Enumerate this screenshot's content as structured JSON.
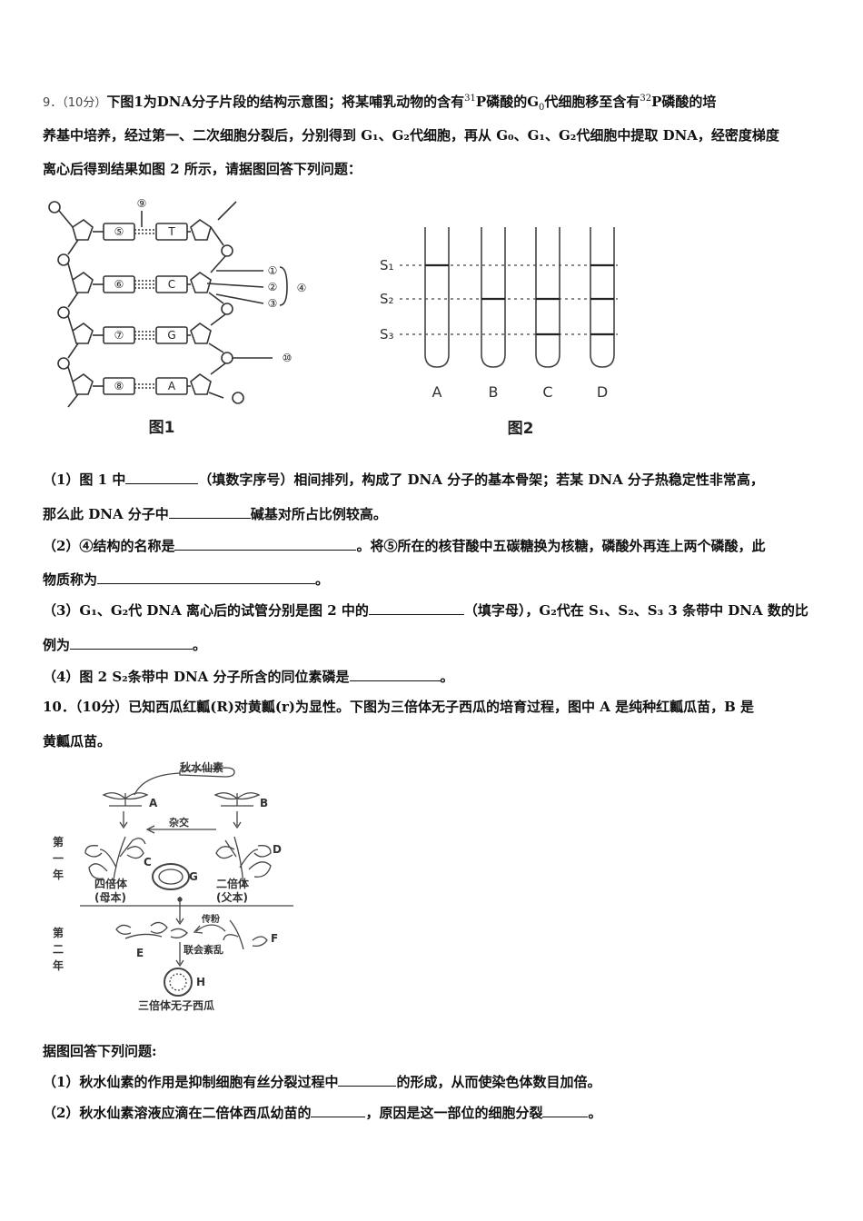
{
  "q9": {
    "num": "9．（10分）",
    "l1a": "下图",
    "l1b": "1",
    "l1c": "为",
    "l1d": "DNA",
    "l1e": "分子片段的结构示意图；将某哺乳动物的含有",
    "l1f": "31",
    "l1g": "P",
    "l1h": "磷酸的",
    "l1i": "G",
    "l1j": "0",
    "l1k": "代细胞移至含有",
    "l1l": "32",
    "l1m": "P",
    "l1n": "磷酸的培",
    "l2": "养基中培养，经过第一、二次细胞分裂后，分别得到 G₁、G₂代细胞，再从 G₀、G₁、G₂代细胞中提取 DNA，经密度梯度",
    "l3": "离心后得到结果如图 2 所示，请据图回答下列问题：",
    "fig1": {
      "caption": "图1",
      "nums": [
        "⑨",
        "⑤",
        "⑥",
        "⑦",
        "⑧",
        "①",
        "②",
        "③",
        "④",
        "⑩"
      ],
      "bases": [
        "T",
        "C",
        "G",
        "A"
      ]
    },
    "fig2": {
      "caption": "图2",
      "bands": [
        "S₁",
        "S₂",
        "S₃"
      ],
      "tubes": [
        "A",
        "B",
        "C",
        "D"
      ]
    },
    "s1a": "（1）图 1 中",
    "s1b": "（填数字序号）相间排列，构成了 DNA 分子的基本骨架；若某 DNA 分子热稳定性非常高，",
    "s1c": "那么此 DNA 分子中",
    "s1d": "碱基对所占比例较高。",
    "s2a": "（2）④结构的名称是",
    "s2b": "。将⑤所在的核苷酸中五碳糖换为核糖，磷酸外再连上两个磷酸，此",
    "s2c": "物质称为",
    "s2d": "。",
    "s3a": "（3）G₁、G₂代 DNA 离心后的试管分别是图 2 中的",
    "s3b": "（填字母），G₂代在 S₁、S₂、S₃ 3 条带中 DNA 数的比",
    "s3c": "例为",
    "s3d": "。",
    "s4a": "（4）图 2 S₂条带中 DNA 分子所含的同位素磷是",
    "s4b": "。"
  },
  "q10": {
    "l1": "10．（10分）已知西瓜红瓤(R)对黄瓤(r)为显性。下图为三倍体无子西瓜的培育过程，图中 A 是纯种红瓤瓜苗，B 是",
    "l2": "黄瓤瓜苗。",
    "fig": {
      "colchicine": "秋水仙素",
      "hybrid": "杂交",
      "year1": [
        "第",
        "一",
        "年"
      ],
      "year2": [
        "第",
        "二",
        "年"
      ],
      "tetraploid": "四倍体",
      "mother": "(母本)",
      "diploid": "二倍体",
      "father": "(父本)",
      "pollinate": "传粉",
      "synapsis": "联会紊乱",
      "seedless": "三倍体无子西瓜",
      "labels": [
        "A",
        "B",
        "C",
        "D",
        "G",
        "E",
        "F",
        "H"
      ]
    },
    "intro": "据图回答下列问题:",
    "s1a": "（1）秋水仙素的作用是抑制细胞有丝分裂过程中",
    "s1b": "的形成，从而使染色体数目加倍。",
    "s2a": "（2）秋水仙素溶液应滴在二倍体西瓜幼苗的",
    "s2b": "，原因是这一部位的细胞分裂",
    "s2c": "。"
  }
}
